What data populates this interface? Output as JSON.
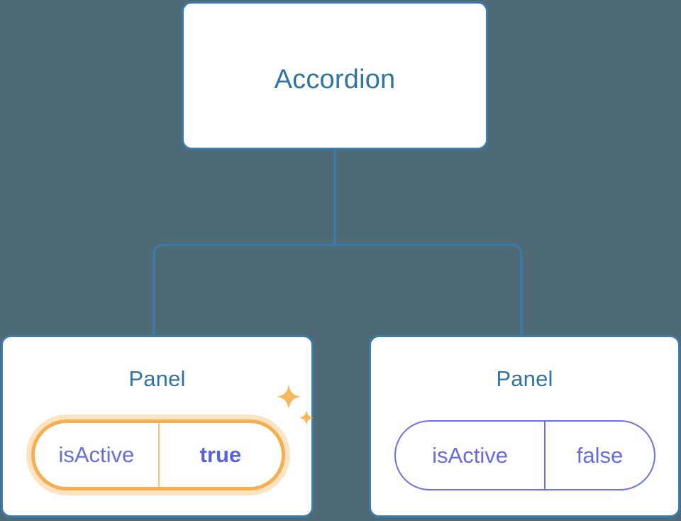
{
  "diagram": {
    "type": "component-tree",
    "background_color": "#4d6a76",
    "edge_color": "#3a7cac",
    "card_border_color": "#3a7cac",
    "title_color": "#31749f",
    "highlight_color": "#f5ae50",
    "highlight_glow_color": "#fbdcae",
    "prop_text_color": "#666ddb",
    "prop_value_color": "#5b62d8",
    "root": {
      "label": "Accordion",
      "children": [
        {
          "label": "Panel",
          "highlighted": true,
          "props": [
            {
              "key": "isActive",
              "value": "true"
            }
          ]
        },
        {
          "label": "Panel",
          "highlighted": false,
          "props": [
            {
              "key": "isActive",
              "value": "false"
            }
          ]
        }
      ]
    },
    "icons": {
      "sparkle_large": "sparkle-icon",
      "sparkle_small": "sparkle-icon"
    }
  }
}
